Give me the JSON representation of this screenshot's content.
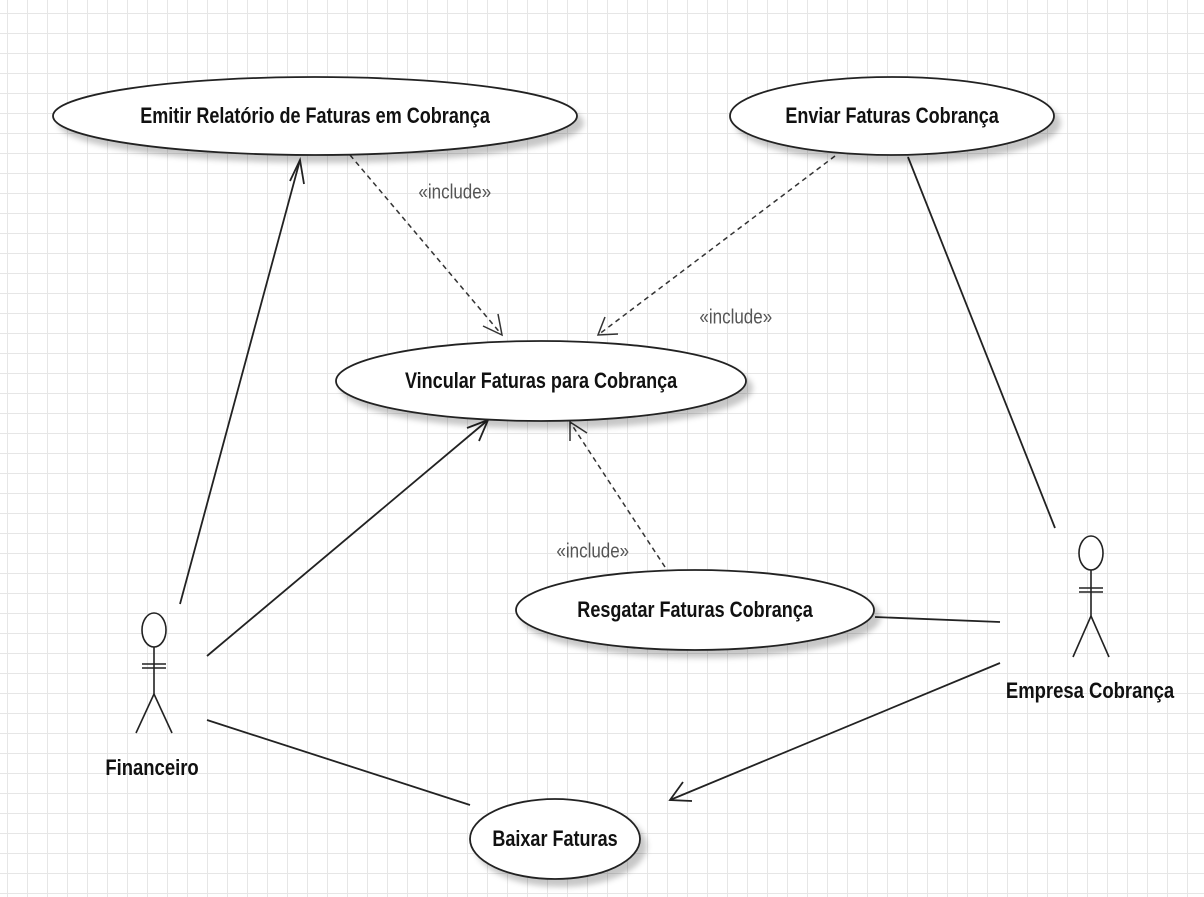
{
  "diagram": {
    "use_cases": {
      "emitir": "Emitir Relatório de Faturas em Cobrança",
      "enviar": "Enviar Faturas Cobrança",
      "vincular": "Vincular Faturas para Cobrança",
      "resgatar": "Resgatar Faturas Cobrança",
      "baixar": "Baixar Faturas"
    },
    "actors": {
      "financeiro": "Financeiro",
      "empresa": "Empresa Cobrança"
    },
    "include_label": "«include»"
  }
}
